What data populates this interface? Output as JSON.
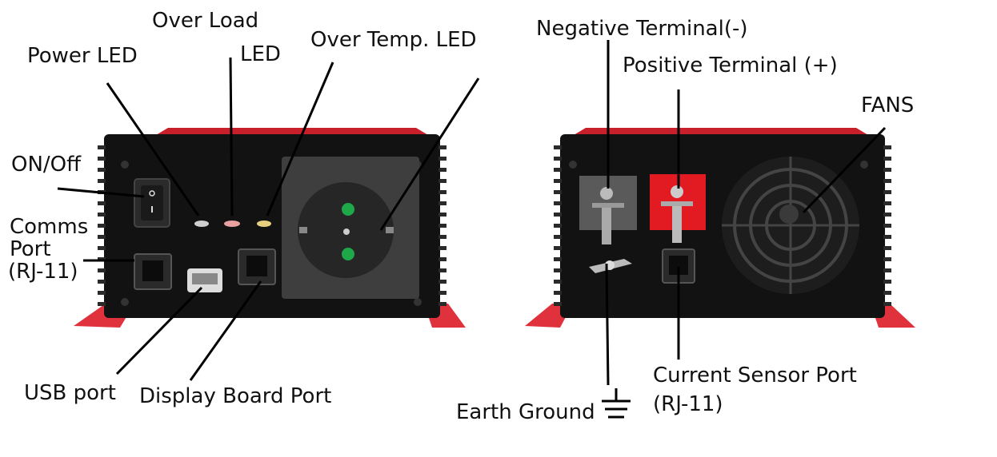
{
  "front_panel": {
    "labels": {
      "over_load_line1": "Over Load",
      "over_load_line2": "LED",
      "power_led": "Power LED",
      "over_temp_led": "Over Temp. LED",
      "on_off": "ON/Off",
      "comms_line1": "Comms",
      "comms_line2": "Port",
      "comms_line3": "(RJ-11)",
      "usb_port": "USB port",
      "display_board_port": "Display Board Port"
    },
    "led_colors": {
      "power": "#cfcfcf",
      "over_load": "#e8a0a0",
      "over_temp": "#e8d080"
    }
  },
  "rear_panel": {
    "labels": {
      "negative_terminal": "Negative Terminal(-)",
      "positive_terminal": "Positive Terminal (+)",
      "fans": "FANS",
      "current_sensor_line1": "Current Sensor Port",
      "current_sensor_line2": "(RJ-11)",
      "earth_ground": "Earth Ground"
    },
    "terminal_colors": {
      "negative": "#5a5a5a",
      "positive": "#e21b22"
    }
  },
  "colors": {
    "housing": "#121212",
    "housing_edge": "#2a2a2a",
    "foot": "#e0323c",
    "outlet_green": "#1fa84a",
    "leader_line": "#000000"
  }
}
